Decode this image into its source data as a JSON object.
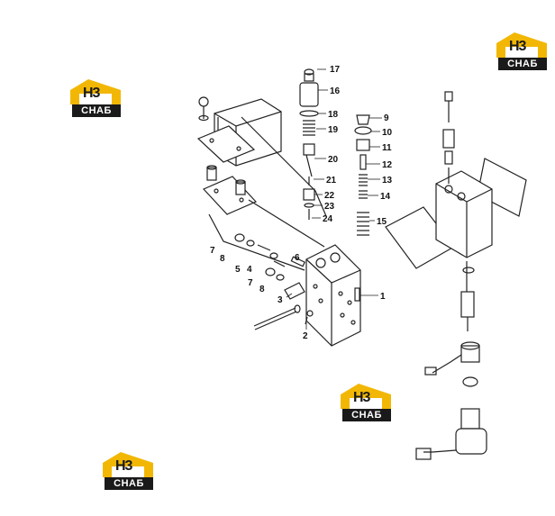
{
  "diagram": {
    "callouts": [
      "1",
      "2",
      "3",
      "4",
      "5",
      "6",
      "7",
      "8",
      "7",
      "8",
      "9",
      "10",
      "11",
      "12",
      "13",
      "14",
      "15",
      "16",
      "17",
      "18",
      "19",
      "20",
      "21",
      "22",
      "23",
      "24"
    ]
  },
  "logo": {
    "mark": "H3",
    "caption": "CHAБ",
    "roof_color": "#f2b705",
    "bar_color": "#1a1a1a"
  }
}
